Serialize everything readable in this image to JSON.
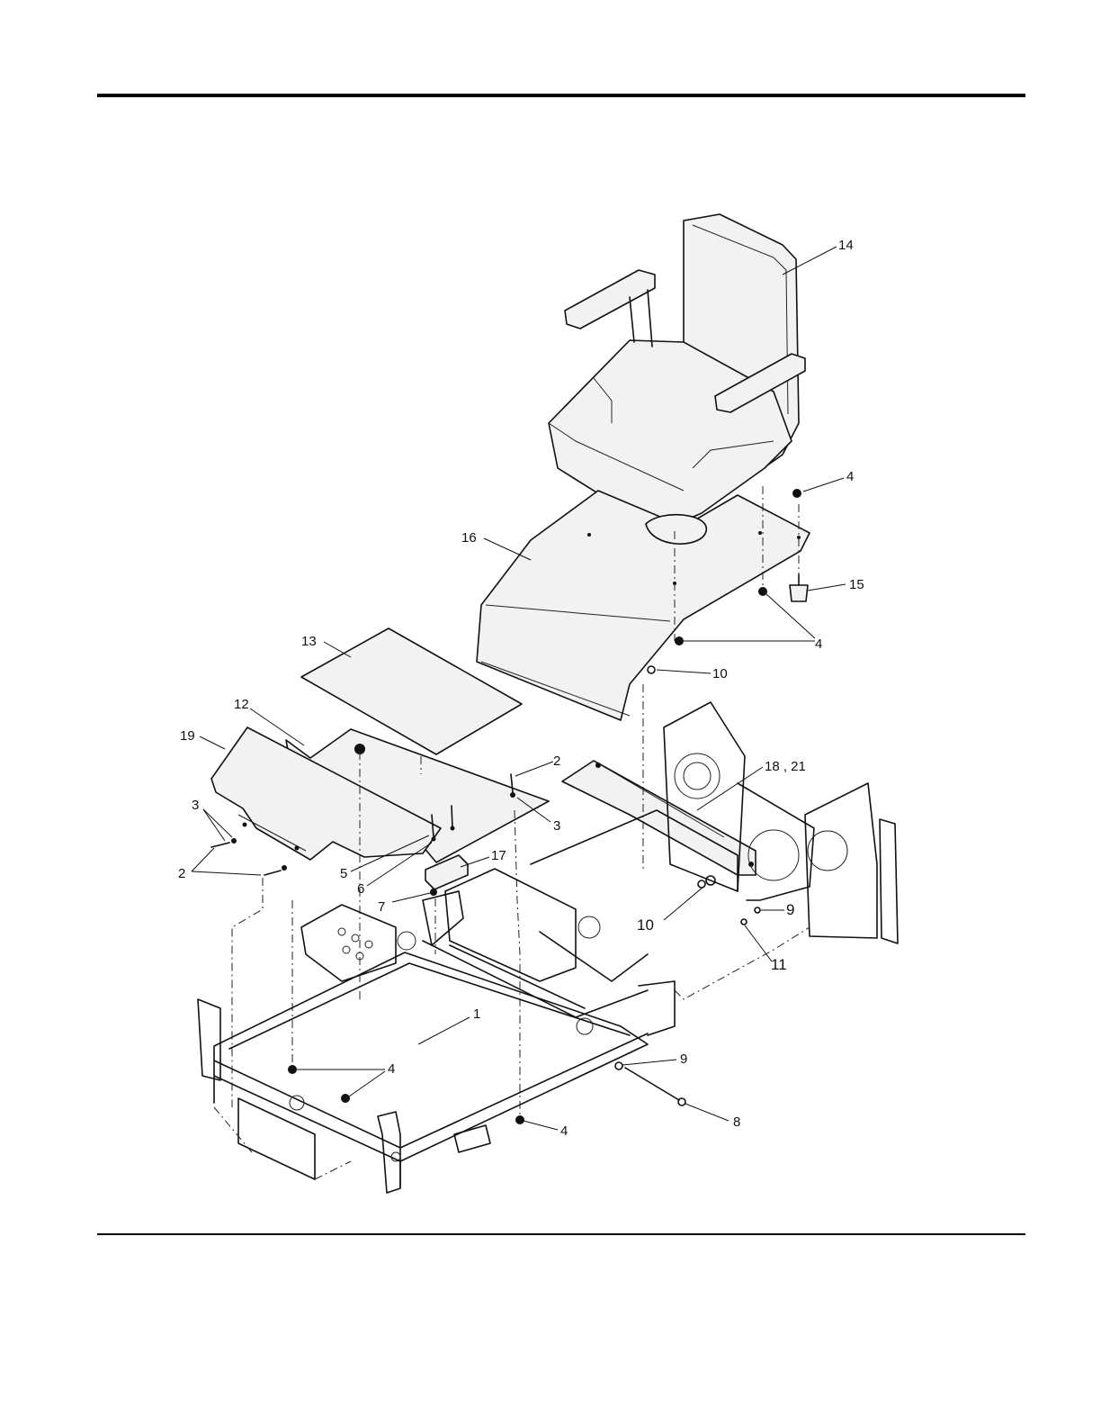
{
  "callouts": {
    "c1": "1",
    "c2a": "2",
    "c2b": "2",
    "c3a": "3",
    "c3b": "3",
    "c4a": "4",
    "c4b": "4",
    "c4c": "4",
    "c4d": "4",
    "c5": "5",
    "c6": "6",
    "c7": "7",
    "c8": "8",
    "c9a": "9",
    "c9b": "9",
    "c10a": "10",
    "c10b": "10",
    "c11": "11",
    "c12": "12",
    "c13": "13",
    "c14": "14",
    "c15": "15",
    "c16": "16",
    "c17": "17",
    "c18_21": "18 , 21",
    "c19": "19"
  }
}
